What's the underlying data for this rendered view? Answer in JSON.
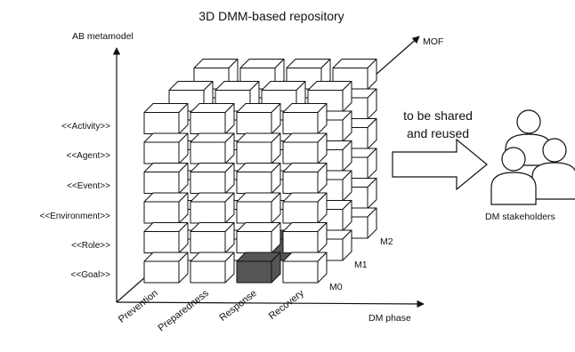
{
  "title": "3D DMM-based repository",
  "axes": {
    "vertical_label": "AB metamodel",
    "horizontal_label": "DM phase",
    "depth_label": "MOF"
  },
  "metamodel_rows": [
    "<<Activity>>",
    "<<Agent>>",
    "<<Event>>",
    "<<Environment>>",
    "<<Role>>",
    "<<Goal>>"
  ],
  "phases": [
    "Prevention",
    "Preparedness",
    "Response",
    "Recovery"
  ],
  "levels": [
    "M0",
    "M1",
    "M2"
  ],
  "share_text": [
    "to be shared",
    "and reused"
  ],
  "stakeholders_label": "DM stakeholders",
  "colors": {
    "cube_fill": "#ffffff",
    "cube_highlight": "#555555",
    "line": "#111111"
  }
}
